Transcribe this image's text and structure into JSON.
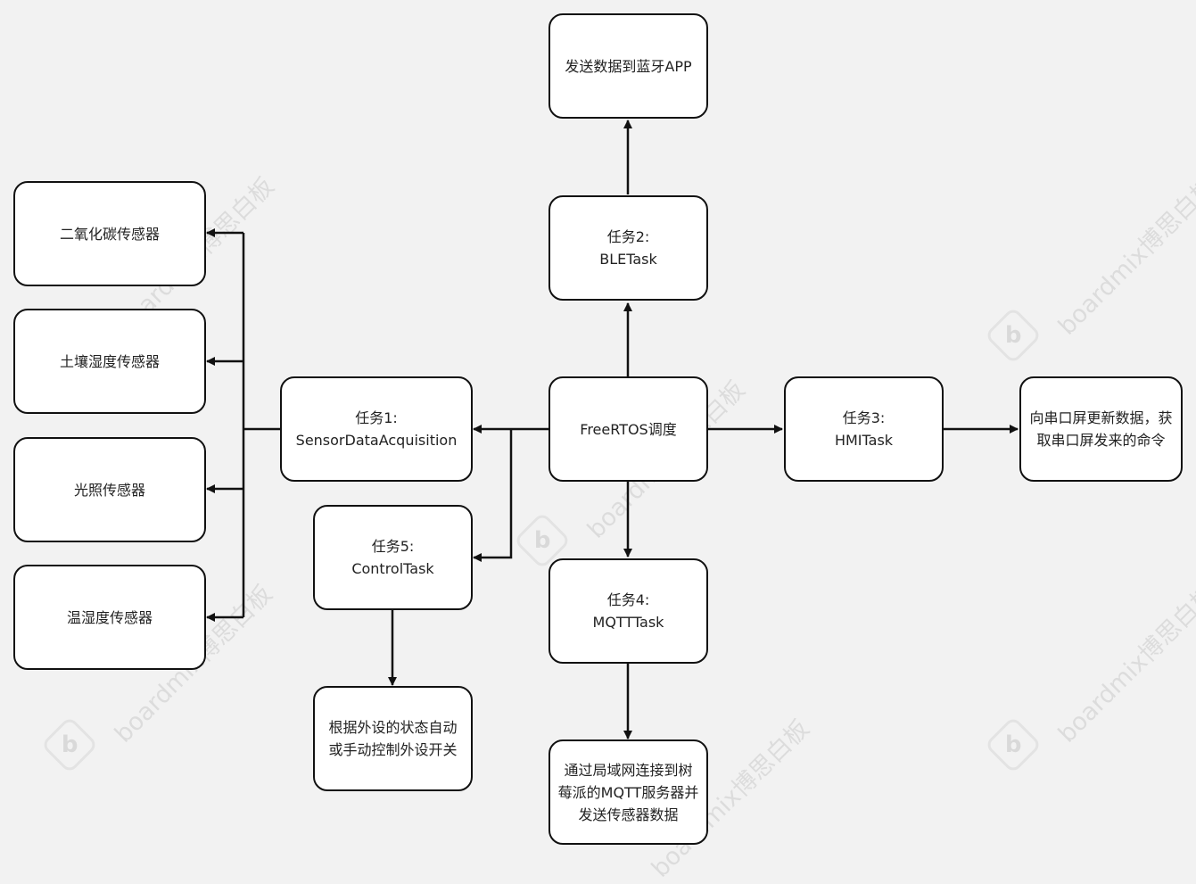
{
  "watermark": {
    "text": "boardmix博思白板",
    "logo_glyph": "b"
  },
  "nodes": {
    "co2_sensor": {
      "lines": [
        "二氧化碳传感器"
      ]
    },
    "soil_sensor": {
      "lines": [
        "土壤湿度传感器"
      ]
    },
    "light_sensor": {
      "lines": [
        "光照传感器"
      ]
    },
    "temp_humidity_sensor": {
      "lines": [
        "温湿度传感器"
      ]
    },
    "task1": {
      "lines": [
        "任务1:",
        "SensorDataAcquisition"
      ]
    },
    "task5": {
      "lines": [
        "任务5:",
        "ControlTask"
      ]
    },
    "control_desc": {
      "lines": [
        "根据外设的状态自动",
        "或手动控制外设开关"
      ]
    },
    "scheduler": {
      "lines": [
        "FreeRTOS调度"
      ]
    },
    "task2": {
      "lines": [
        "任务2:",
        "BLETask"
      ]
    },
    "ble_desc": {
      "lines": [
        "发送数据到蓝牙APP"
      ]
    },
    "task4": {
      "lines": [
        "任务4:",
        "MQTTTask"
      ]
    },
    "mqtt_desc": {
      "lines": [
        "通过局域网连接到树",
        "莓派的MQTT服务器并",
        "发送传感器数据"
      ]
    },
    "task3": {
      "lines": [
        "任务3:",
        "HMITask"
      ]
    },
    "hmi_desc": {
      "lines": [
        "向串口屏更新数据，获",
        "取串口屏发来的命令"
      ]
    }
  }
}
